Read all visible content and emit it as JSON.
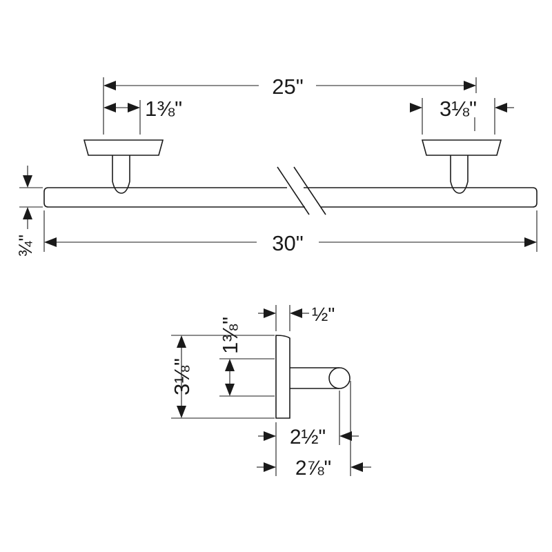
{
  "dimensions": {
    "between_posts": "25\"",
    "left_post_width": "1⅜\"",
    "right_post_width": "3⅛\"",
    "bar_thickness": "¾\"",
    "overall_length": "30\"",
    "post_diameter": "½\"",
    "flange_mid": "1⅜\"",
    "flange_height": "3⅛\"",
    "projection_bar_center": "2½\"",
    "projection_total": "2⅞\""
  }
}
